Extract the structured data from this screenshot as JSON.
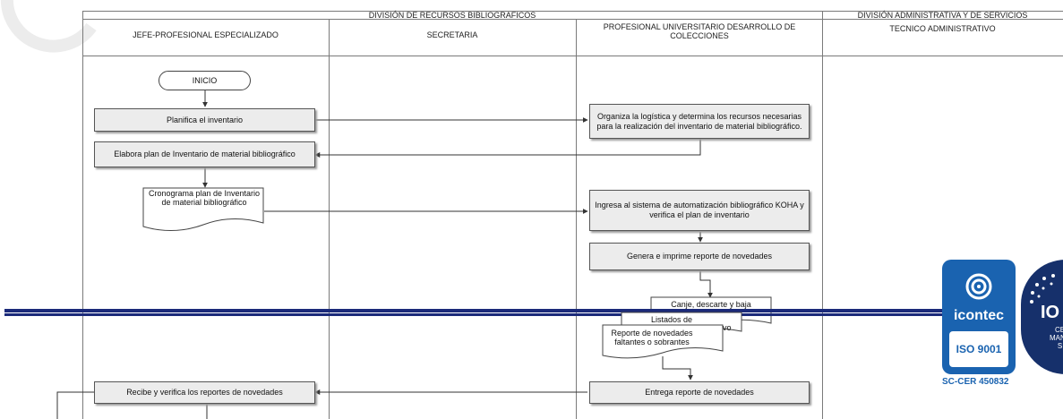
{
  "header": {
    "division_left": "DIVISIÓN DE RECURSOS BIBLIOGRAFICOS",
    "division_right": "DIVISIÓN ADMINISTRATIVA Y DE SERVICIOS",
    "lanes": [
      "JEFE-PROFESIONAL ESPECIALIZADO",
      "SECRETARIA",
      "PROFESIONAL UNIVERSITARIO DESARROLLO DE COLECCIONES",
      "TECNICO ADMINISTRATIVO"
    ]
  },
  "nodes": {
    "start": "INICIO",
    "plan": "Planifica el inventario",
    "logistics": "Organiza la logística y determina los recursos necesarias para la realización del inventario de material bibliográfico.",
    "elaborate": "Elabora plan de Inventario de material bibliográfico",
    "schedule_doc": "Cronograma plan de Inventario de material bibliográfico",
    "koha": "Ingresa al sistema de automatización bibliográfico KOHA y verifica el plan de inventario",
    "report": "Genera e imprime reporte de novedades",
    "doc_canje": "Canje, descarte y baja",
    "doc_listados": "Listados de",
    "doc_listados_tail": "ivo",
    "doc_reporte": "Reporte de novedades faltantes o sobrantes",
    "deliver": "Entrega reporte de novedades",
    "receive": "Recibe y verifica los reportes de novedades"
  },
  "cert": {
    "brand": "icontec",
    "standard": "ISO 9001",
    "code": "SC-CER 450832",
    "partial_brand": "IO",
    "partial_lines": [
      "CE",
      "MANA",
      "S"
    ]
  },
  "colors": {
    "band_dark": "#1b2a7a",
    "icontec_blue": "#1a63b0",
    "iqnet_navy": "#16306b"
  }
}
